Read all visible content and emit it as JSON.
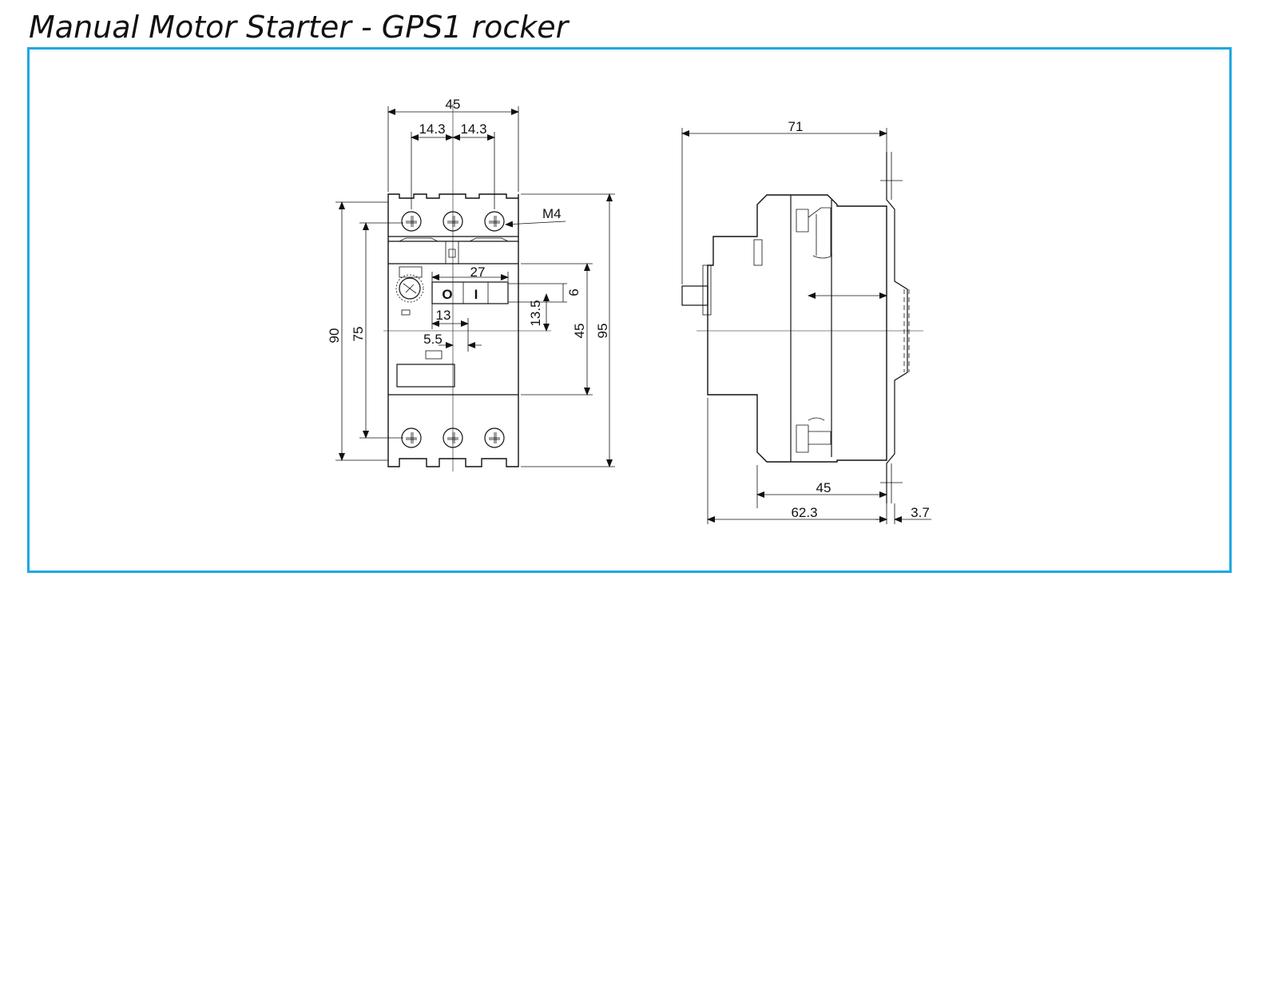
{
  "title": "Manual Motor Starter - GPS1 rocker",
  "colors": {
    "frame": "#1fa8e0",
    "line": "#111111"
  },
  "front_view": {
    "dims": {
      "width_total": "45",
      "pitch_left": "14.3",
      "pitch_right": "14.3",
      "screw": "M4",
      "rocker_width": "27",
      "rocker_height": "6",
      "offset_13": "13",
      "offset_5_5": "5.5",
      "offset_13_5": "13.5",
      "height_45": "45",
      "height_95": "95",
      "height_90": "90",
      "height_75": "75"
    },
    "rocker": {
      "off": "O",
      "on": "I"
    }
  },
  "side_view": {
    "dims": {
      "depth_71": "71",
      "depth_45": "45",
      "depth_62_3": "62.3",
      "rail_3_7": "3.7"
    }
  }
}
